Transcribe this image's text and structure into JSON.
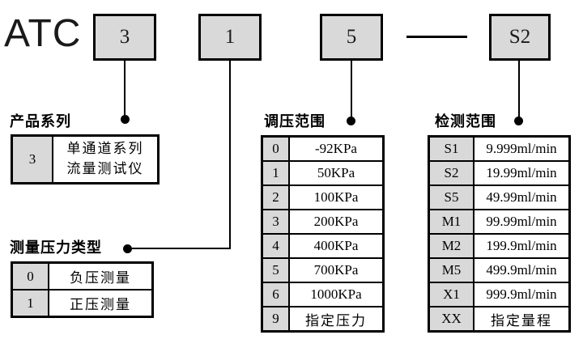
{
  "brand": "ATC",
  "model": {
    "segments": [
      {
        "code": "3"
      },
      {
        "code": "1"
      },
      {
        "code": "5"
      },
      {
        "code": "S2"
      }
    ],
    "separator": "dash"
  },
  "colors": {
    "box_fill": "#d9d9d9",
    "border": "#000000"
  },
  "sections": {
    "product_series": {
      "title": "产品系列",
      "rows": [
        {
          "code": "3",
          "value": "单通道系列\n流量测试仪"
        }
      ]
    },
    "pressure_type": {
      "title": "测量压力类型",
      "rows": [
        {
          "code": "0",
          "value": "负压测量"
        },
        {
          "code": "1",
          "value": "正压测量"
        }
      ]
    },
    "regulation_range": {
      "title": "调压范围",
      "rows": [
        {
          "code": "0",
          "value": "-92KPa"
        },
        {
          "code": "1",
          "value": "50KPa"
        },
        {
          "code": "2",
          "value": "100KPa"
        },
        {
          "code": "3",
          "value": "200KPa"
        },
        {
          "code": "4",
          "value": "400KPa"
        },
        {
          "code": "5",
          "value": "700KPa"
        },
        {
          "code": "6",
          "value": "1000KPa"
        },
        {
          "code": "9",
          "value": "指定压力"
        }
      ]
    },
    "detection_range": {
      "title": "检测范围",
      "rows": [
        {
          "code": "S1",
          "value": "9.999ml/min"
        },
        {
          "code": "S2",
          "value": "19.99ml/min"
        },
        {
          "code": "S5",
          "value": "49.99ml/min"
        },
        {
          "code": "M1",
          "value": "99.99ml/min"
        },
        {
          "code": "M2",
          "value": "199.9ml/min"
        },
        {
          "code": "M5",
          "value": "499.9ml/min"
        },
        {
          "code": "X1",
          "value": "999.9ml/min"
        },
        {
          "code": "XX",
          "value": "指定量程"
        }
      ]
    }
  }
}
